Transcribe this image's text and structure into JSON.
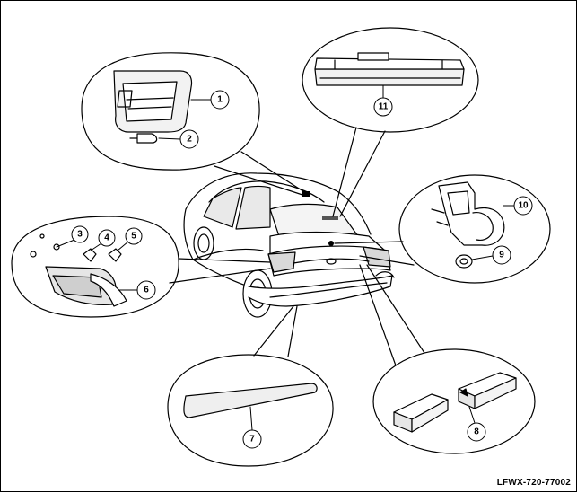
{
  "figure": {
    "reference_code": "LFWX-720-77002",
    "callouts": [
      "1",
      "2",
      "3",
      "4",
      "5",
      "6",
      "7",
      "8",
      "9",
      "10",
      "11"
    ]
  }
}
